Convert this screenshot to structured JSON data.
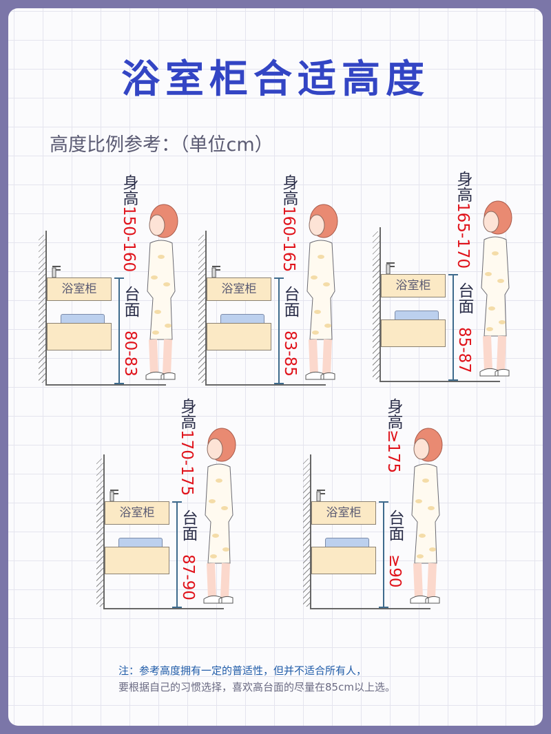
{
  "title": "浴室柜合适高度",
  "subtitle": "高度比例参考：（单位cm）",
  "cabinet_label": "浴室柜",
  "height_label": "身高",
  "counter_label": "台面",
  "panels": [
    {
      "body_height": "150-160",
      "counter_height": "80-83"
    },
    {
      "body_height": "160-165",
      "counter_height": "83-85"
    },
    {
      "body_height": "165-170",
      "counter_height": "85-87"
    },
    {
      "body_height": "170-175",
      "counter_height": "87-90"
    },
    {
      "body_height": "≥175",
      "counter_height": "≥90"
    }
  ],
  "note": {
    "line1": "注：参考高度拥有一定的普适性，但并不适合所有人，",
    "line2": "要根据自己的习惯选择，喜欢高台面的尽量在85cm以上选。"
  },
  "colors": {
    "title": "#3345c4",
    "value": "#e0121a",
    "border": "#7b76a8"
  }
}
